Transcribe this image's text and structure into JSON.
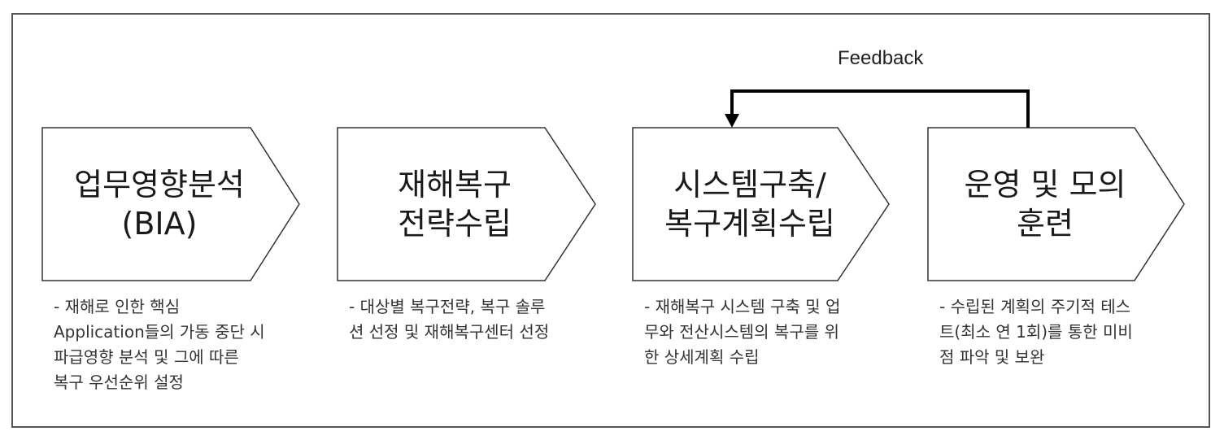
{
  "feedback": {
    "label": "Feedback"
  },
  "steps": [
    {
      "title": [
        "업무영향분석",
        "(BIA)"
      ],
      "description": [
        "- 재해로 인한 핵심",
        "Application들의 가동 중단 시",
        "파급영향 분석 및 그에 따른",
        "복구 우선순위 설정"
      ]
    },
    {
      "title": [
        "재해복구",
        "전략수립"
      ],
      "description": [
        "- 대상별 복구전략, 복구 솔루",
        "션 선정 및 재해복구센터 선정"
      ]
    },
    {
      "title": [
        "시스템구축/",
        "복구계획수립"
      ],
      "description": [
        "- 재해복구 시스템 구축 및 업",
        "무와 전산시스템의 복구를 위",
        "한 상세계획 수립"
      ]
    },
    {
      "title": [
        "운영 및 모의",
        "훈련"
      ],
      "description": [
        "- 수립된 계획의 주기적 테스",
        "트(최소 연 1회)를 통한 미비",
        "점 파악 및 보완"
      ]
    }
  ]
}
